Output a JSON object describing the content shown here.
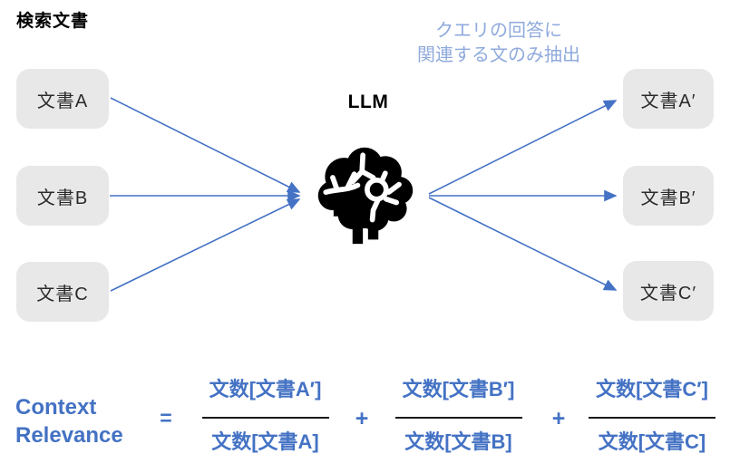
{
  "diagram": {
    "title": "検索文書",
    "caption_line1": "クエリの回答に",
    "caption_line2": "関連する文のみ抽出",
    "llm_label": "LLM",
    "brain_icon": "brain-icon",
    "left_boxes": [
      {
        "label": "文書A"
      },
      {
        "label": "文書B"
      },
      {
        "label": "文書C"
      }
    ],
    "right_boxes": [
      {
        "label": "文書A′"
      },
      {
        "label": "文書B′"
      },
      {
        "label": "文書C′"
      }
    ]
  },
  "formula": {
    "name_line1": "Context",
    "name_line2": "Relevance",
    "equals_sign": "=",
    "plus_sign": "+",
    "fractions": [
      {
        "numerator": "文数[文書A′]",
        "denominator": "文数[文書A]"
      },
      {
        "numerator": "文数[文書B′]",
        "denominator": "文数[文書B]"
      },
      {
        "numerator": "文数[文書C′]",
        "denominator": "文数[文書C]"
      }
    ]
  },
  "colors": {
    "arrow_blue": "#4472C4",
    "caption_blue": "#8FAADC",
    "formula_blue": "#4472C4",
    "box_gray": "#E8E8E8",
    "brain_black": "#000000"
  }
}
